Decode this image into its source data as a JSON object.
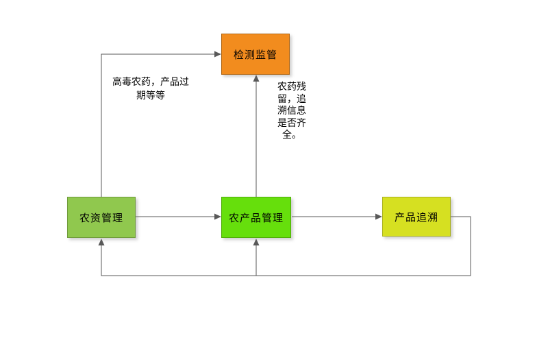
{
  "diagram": {
    "background": "#ffffff",
    "line_color": "#595959",
    "text_color": "#000000",
    "nodes": {
      "jiance": {
        "label": "检测监管",
        "fill": "#F28C1E",
        "border": "#B06512"
      },
      "nongzi": {
        "label": "农资管理",
        "fill": "#90C84E",
        "border": "#6E9A3A"
      },
      "nongchanpin": {
        "label": "农产品管理",
        "fill": "#66DF0C",
        "border": "#4FAD09"
      },
      "zhuisu": {
        "label": "产品追溯",
        "fill": "#D6E021",
        "border": "#A8B019"
      }
    },
    "annotations": {
      "left_note": {
        "text": "高毒农药，产品过期等等",
        "line1": "高毒农药，产品过",
        "line2": "期等等"
      },
      "right_note": {
        "text": "农药残留，追溯信息是否齐全。",
        "line1": "农药残",
        "line2": "留，追",
        "line3": "溯信息",
        "line4": "是否齐",
        "line5": "全。"
      }
    },
    "edges": [
      {
        "from": "农资管理",
        "to": "检测监管",
        "label": "高毒农药，产品过期等等"
      },
      {
        "from": "农产品管理",
        "to": "检测监管",
        "label": "农药残留，追溯信息是否齐全。"
      },
      {
        "from": "农资管理",
        "to": "农产品管理",
        "label": ""
      },
      {
        "from": "农产品管理",
        "to": "产品追溯",
        "label": ""
      },
      {
        "from": "产品追溯",
        "to": "农资管理",
        "label": ""
      },
      {
        "from": "产品追溯",
        "to": "农产品管理",
        "label": ""
      }
    ]
  }
}
